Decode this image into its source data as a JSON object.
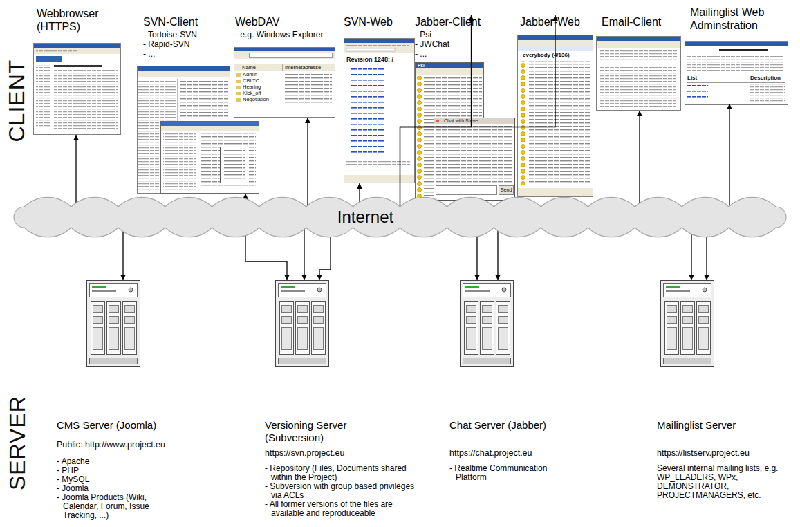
{
  "diagram": {
    "nodes": [
      {
        "text": [
          "Webbrowser (HTTPS)"
        ]
      },
      {
        "text": [
          "SVN-Client",
          "- Tortoise-SVN",
          "- Rapid-SVN",
          "- ..."
        ]
      },
      {
        "text": [
          "WebDAV",
          "- e.g. Windows Explorer"
        ]
      },
      {
        "text": [
          "SVN-Web"
        ]
      },
      {
        "text": [
          "Jabber-Client",
          "- Psi",
          "- JWChat",
          "- ..."
        ]
      },
      {
        "text": [
          "Jabber-Web"
        ]
      },
      {
        "text": [
          "Email-Client"
        ]
      },
      {
        "text": [
          "Mailinglist Web Adminstration"
        ]
      },
      {
        "text": [
          "Internet"
        ]
      },
      {
        "text": [
          "CMS Server (Joomla)",
          "Public: http://www.project.eu",
          "- Apache",
          "- PHP",
          "- MySQL",
          "- Joomla",
          "- Joomla Products (Wiki, Calendar, Forum, Issue Tracking, ...)"
        ]
      },
      {
        "text": [
          "Versioning Server (Subversion)",
          "https://svn.project.eu",
          "- Repository (Files, Documents shared within the Project)",
          "- Subversion with group based privileges via ACLs",
          "- All former versions of the files are available and reproduceable"
        ]
      },
      {
        "text": [
          "Chat Server (Jabber)",
          "https://chat.project.eu",
          "- Realtime Communication Platform"
        ]
      },
      {
        "text": [
          "Mailinglist Server",
          "https://listserv.project.eu",
          "Several internal mailing lists, e.g. WP_LEADERS, WPx, DEMONSTRATOR, PROJECTMANAGERS, etc."
        ]
      }
    ],
    "edges": [
      {
        "from": 8,
        "to": 0,
        "arrow": "to"
      },
      {
        "from": 8,
        "to": 1,
        "arrow": "to"
      },
      {
        "from": 8,
        "to": 2,
        "arrow": "to"
      },
      {
        "from": 8,
        "to": 3,
        "arrow": "to"
      },
      {
        "from": 8,
        "to": 4,
        "arrow": "to"
      },
      {
        "from": 8,
        "to": 5,
        "arrow": "to"
      },
      {
        "from": 8,
        "to": 6,
        "arrow": "to"
      },
      {
        "from": 8,
        "to": 7,
        "arrow": "to"
      },
      {
        "from": 8,
        "to": 9,
        "arrow": "to"
      },
      {
        "from": 8,
        "to": 10,
        "arrow": "to"
      },
      {
        "from": 8,
        "to": 10,
        "arrow": "to"
      },
      {
        "from": 8,
        "to": 10,
        "arrow": "to"
      },
      {
        "from": 8,
        "to": 11,
        "arrow": "to"
      },
      {
        "from": 8,
        "to": 11,
        "arrow": "to"
      },
      {
        "from": 8,
        "to": 12,
        "arrow": "to"
      },
      {
        "from": 8,
        "to": 12,
        "arrow": "to"
      }
    ],
    "labels": [
      "CLIENT",
      "SERVER",
      "Revision 1248: /",
      "Name",
      "Internetadresse",
      "Admin",
      "CBLTC",
      "Hearing",
      "Kick_off",
      "Negotiation",
      "Psi",
      "Chat with Steve",
      "Send",
      "everybody (4/136)",
      "List",
      "Description"
    ]
  }
}
